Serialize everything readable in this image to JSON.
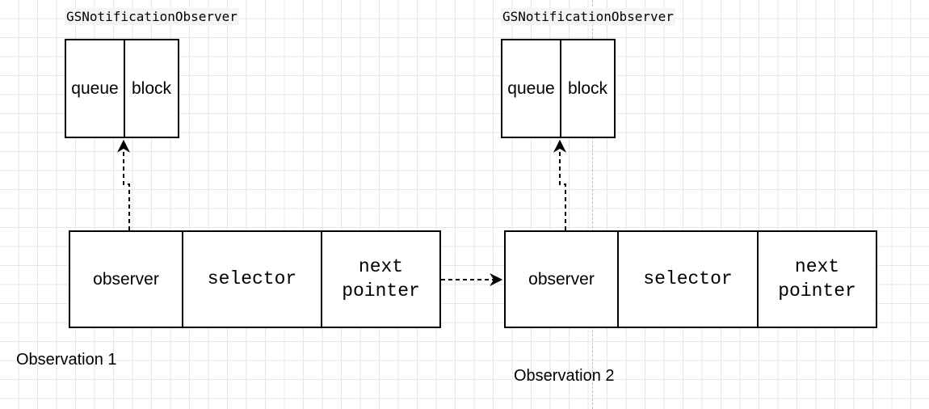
{
  "groups": [
    {
      "observer_title": "GSNotificationObserver",
      "observer_fields": [
        "queue",
        "block"
      ],
      "observation_fields": [
        "observer",
        "selector",
        "next\npointer"
      ],
      "caption": "Observation 1"
    },
    {
      "observer_title": "GSNotificationObserver",
      "observer_fields": [
        "queue",
        "block"
      ],
      "observation_fields": [
        "observer",
        "selector",
        "next\npointer"
      ],
      "caption": "Observation 2"
    }
  ]
}
